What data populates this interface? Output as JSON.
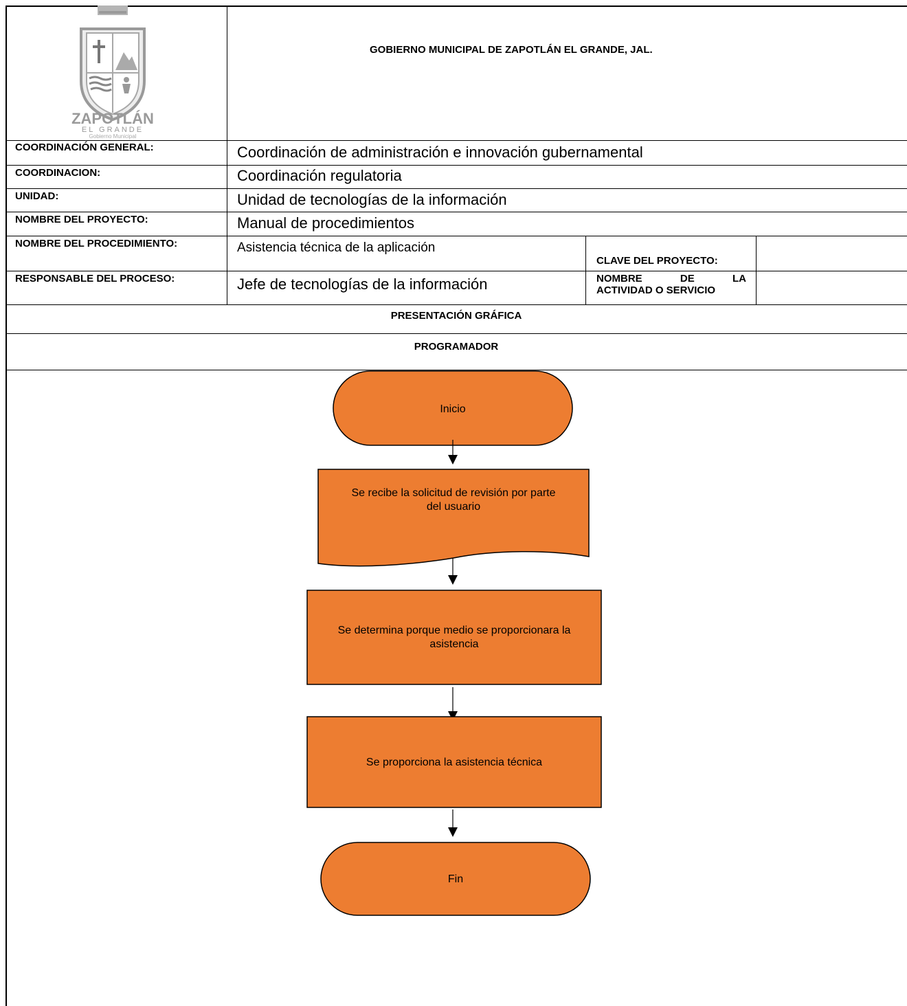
{
  "header": {
    "title": "GOBIERNO MUNICIPAL DE ZAPOTLÁN EL GRANDE, JAL.",
    "logo": {
      "name": "ZAPOTLÁN",
      "sub": "EL GRANDE",
      "tagline": "Gobierno Municipal"
    }
  },
  "fields": {
    "coordinacion_general": {
      "label": "COORDINACIÓN GENERAL:",
      "value": "Coordinación de administración e innovación gubernamental"
    },
    "coordinacion": {
      "label": "COORDINACION:",
      "value": "Coordinación regulatoria"
    },
    "unidad": {
      "label": "UNIDAD:",
      "value": "Unidad de tecnologías de la información"
    },
    "nombre_proyecto": {
      "label": "NOMBRE DEL PROYECTO:",
      "value": "Manual de procedimientos"
    },
    "nombre_procedimiento": {
      "label": "NOMBRE DEL PROCEDIMIENTO:",
      "value": "Asistencia técnica de la aplicación"
    },
    "clave_proyecto": {
      "label": "CLAVE DEL PROYECTO:",
      "value": ""
    },
    "responsable": {
      "label": "RESPONSABLE DEL PROCESO:",
      "value": "Jefe de tecnologías de la información"
    },
    "actividad": {
      "label_words": [
        "NOMBRE",
        "DE",
        "LA"
      ],
      "label_line2": "ACTIVIDAD O SERVICIO",
      "value": ""
    }
  },
  "sections": {
    "presentacion": "PRESENTACIÓN GRÁFICA",
    "actor": "PROGRAMADOR"
  },
  "flowchart": {
    "start": "Inicio",
    "document_line1": "Se recibe la solicitud de revisión por parte",
    "document_line2": "del usuario",
    "process1_line1": "Se determina porque medio se proporcionara la",
    "process1_line2": "asistencia",
    "process2": "Se proporciona la asistencia técnica",
    "end": "Fin",
    "fill_color": "#ED7D31",
    "stroke_color": "#000000"
  }
}
